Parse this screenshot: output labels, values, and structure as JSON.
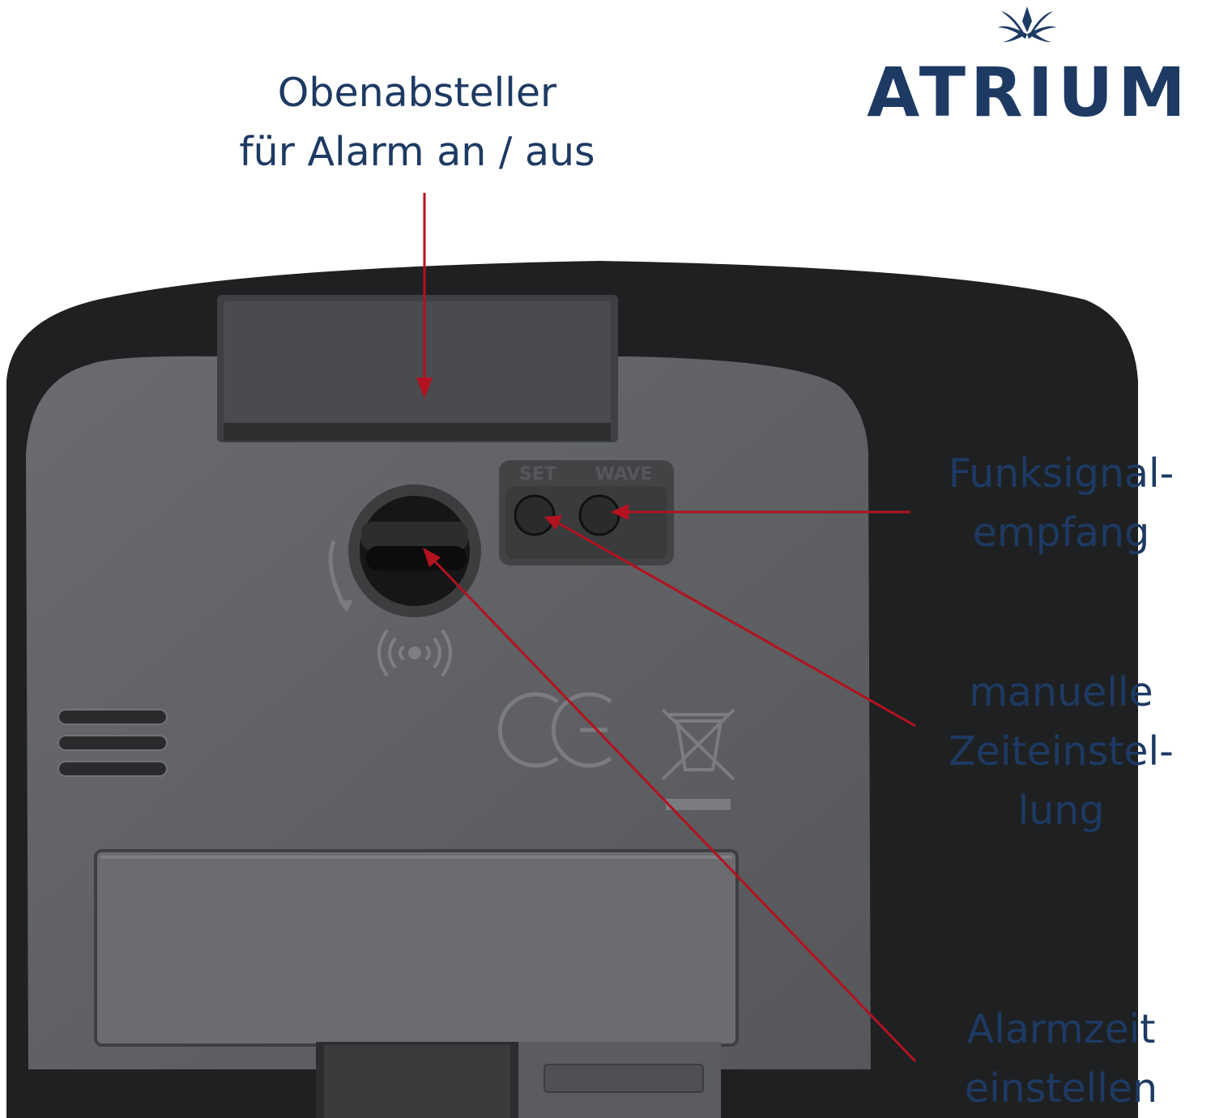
{
  "brand": {
    "name": "ATRIUM",
    "color": "#1d3a63"
  },
  "callouts": {
    "top": [
      "Obenabsteller",
      "für Alarm an / aus"
    ],
    "radio": [
      "Funksignal-",
      "empfang"
    ],
    "manual": [
      "manuelle",
      "Zeiteinstel-",
      "lung"
    ],
    "alarm": [
      "Alarmzeit",
      "einstellen"
    ]
  },
  "buttons": {
    "set": "SET",
    "wave": "WAVE"
  },
  "markings": {
    "ce": "CE"
  },
  "colors": {
    "arrow": "#b3121f",
    "body": "#5d5f62",
    "frame": "#202124"
  }
}
